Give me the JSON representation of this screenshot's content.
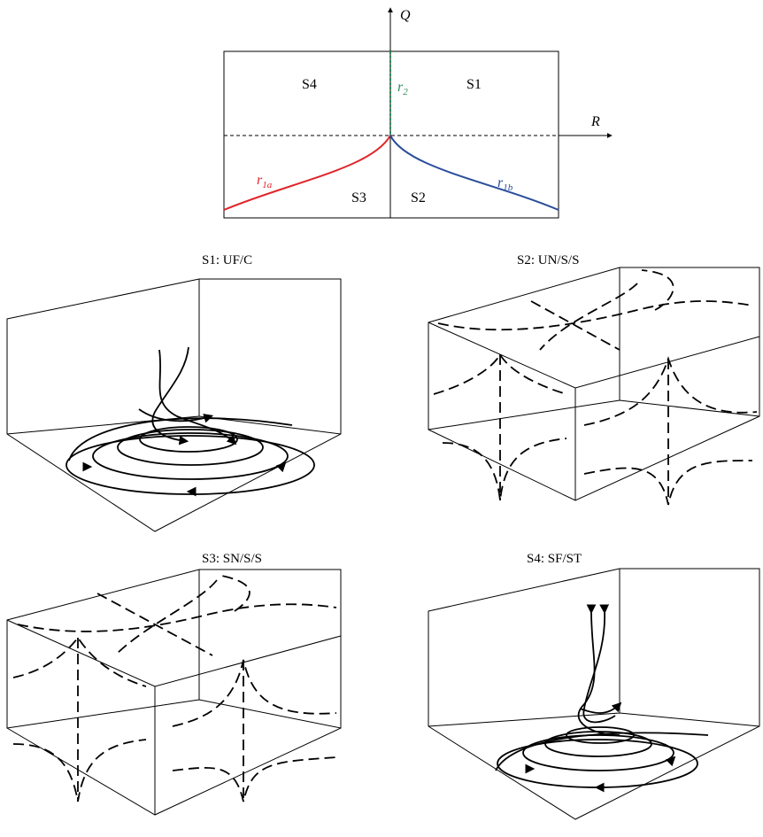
{
  "diagram": {
    "axis_q": "Q",
    "axis_r": "R",
    "regions": [
      "S4",
      "S1",
      "S3",
      "S2"
    ],
    "curves": {
      "r2": {
        "base": "r",
        "sub": "2",
        "color": "#2e8b57"
      },
      "r1a": {
        "base": "r",
        "sub": "1a",
        "color": "#e0262b"
      },
      "r1b": {
        "base": "r",
        "sub": "1b",
        "color": "#2a4d9b"
      }
    }
  },
  "panels": {
    "s1": {
      "title": "S1: UF/C"
    },
    "s2": {
      "title": "S2: UN/S/S"
    },
    "s3": {
      "title": "S3: SN/S/S"
    },
    "s4": {
      "title": "S4: SF/ST"
    }
  }
}
